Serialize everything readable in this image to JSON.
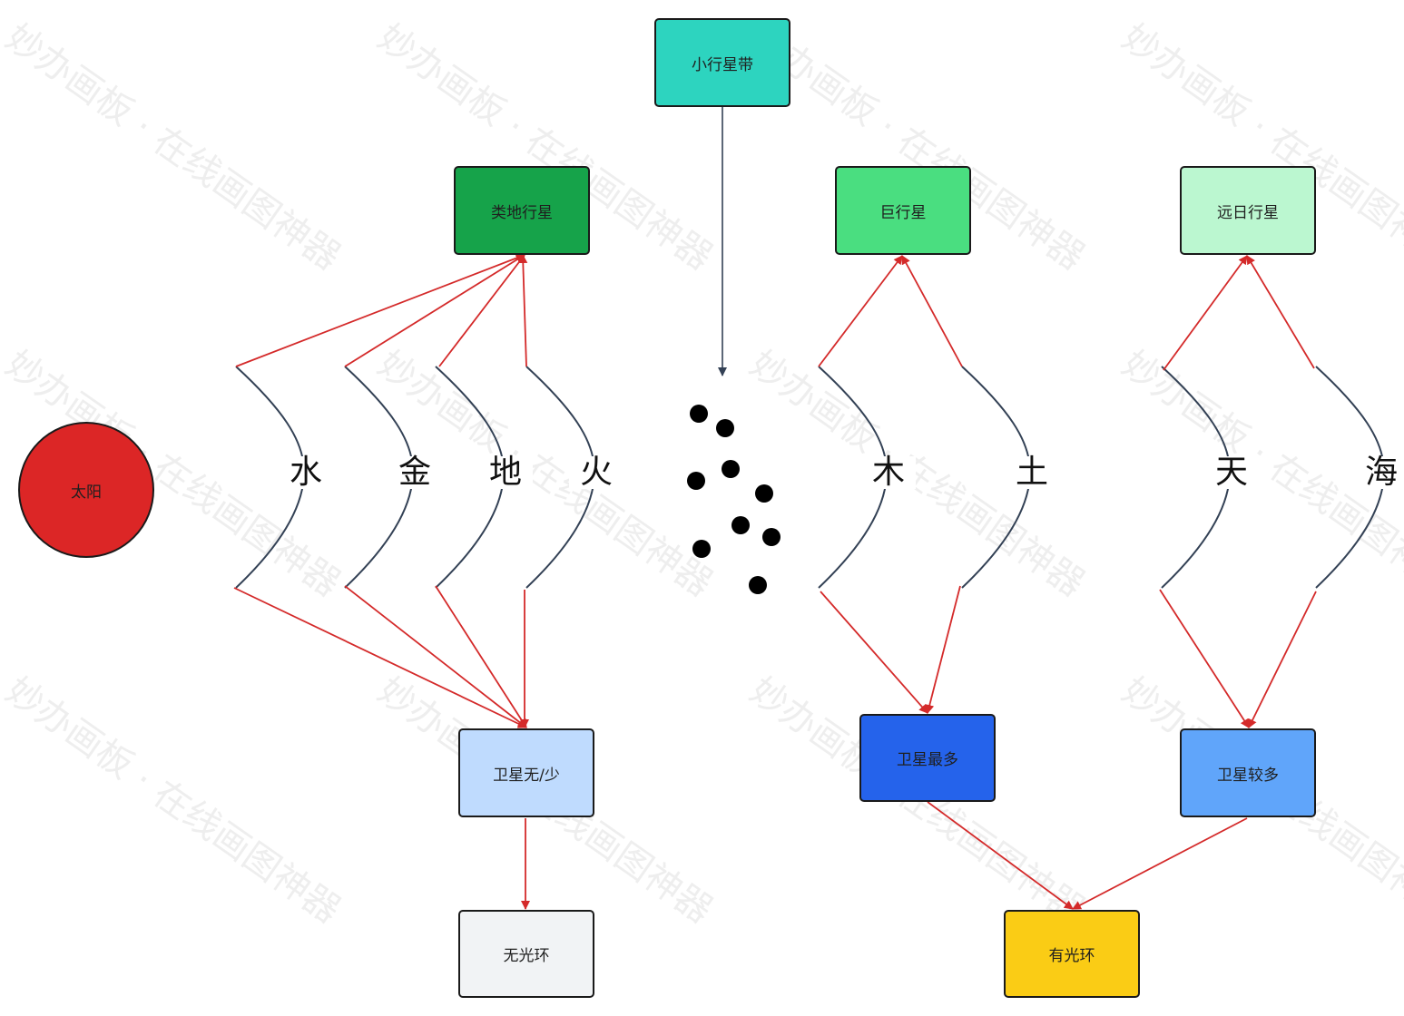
{
  "nodes": {
    "sun": "太阳",
    "asteroid_belt": "小行星带",
    "terrestrial": "类地行星",
    "giant": "巨行星",
    "far_sun": "远日行星",
    "few_satellites": "卫星无/少",
    "most_satellites": "卫星最多",
    "more_satellites": "卫星较多",
    "no_rings": "无光环",
    "has_rings": "有光环"
  },
  "planets": {
    "mercury": "水",
    "venus": "金",
    "earth": "地",
    "mars": "火",
    "jupiter": "木",
    "saturn": "土",
    "uranus": "天",
    "neptune": "海"
  },
  "colors": {
    "sun": "#dc2626",
    "asteroid_belt": "#2dd4bf",
    "terrestrial": "#16a34a",
    "giant": "#4ade80",
    "far_sun": "#bbf7d0",
    "few_satellites": "#bfdbfe",
    "most_satellites": "#2563eb",
    "more_satellites": "#60a5fa",
    "no_rings": "#f1f3f5",
    "has_rings": "#facc15",
    "arrow_red": "#d42a2a",
    "curve": "#334155"
  },
  "watermark": "妙办画板 · 在线画图神器"
}
